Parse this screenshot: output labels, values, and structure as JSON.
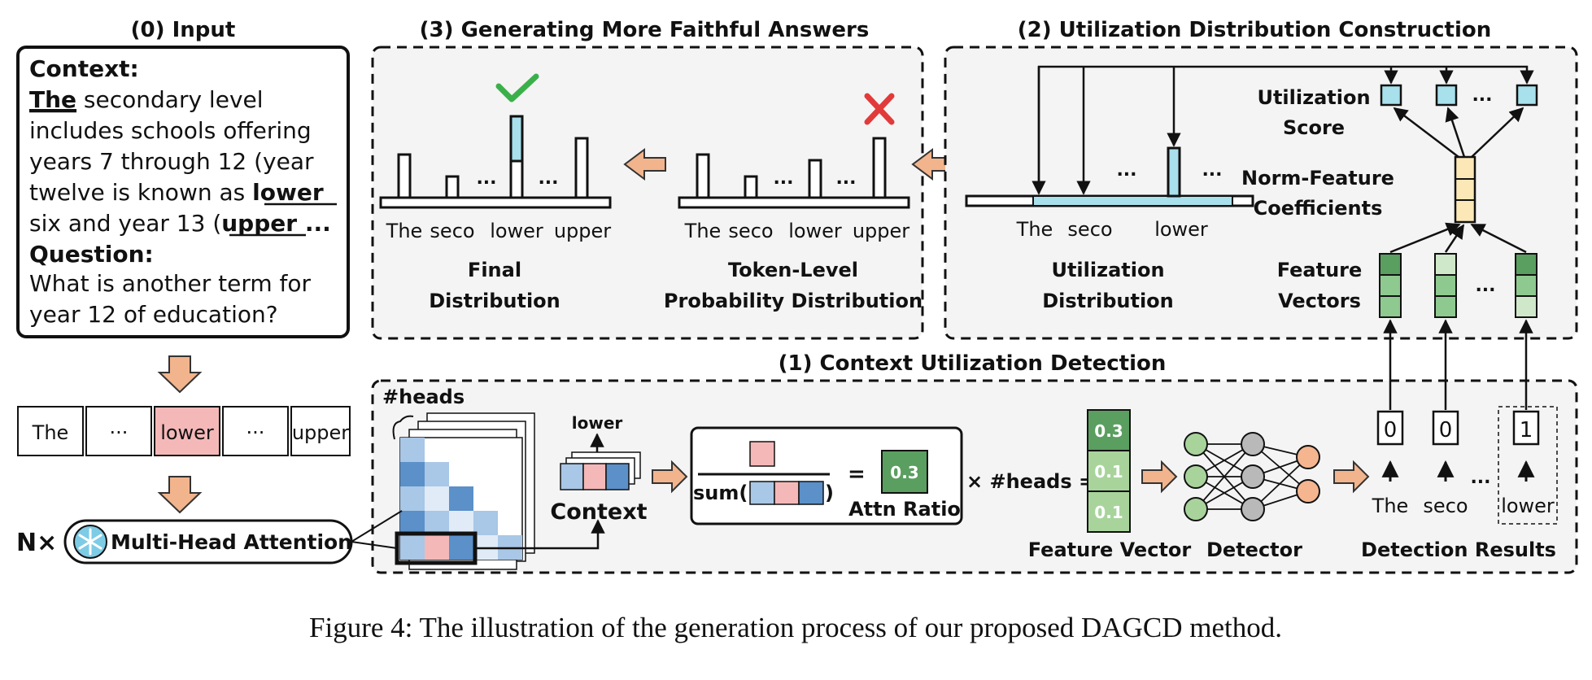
{
  "caption": "Figure 4: The illustration of the generation process of our proposed DAGCD method.",
  "section0": {
    "title": "(0) Input",
    "context_label": "Context:",
    "context_lines": [
      [
        "The",
        " secondary level"
      ],
      [
        "includes schools offering"
      ],
      [
        "years 7 through 12 (year"
      ],
      [
        "twelve is known as ",
        "lower"
      ],
      [
        "six and year 13 (",
        "upper",
        " ..."
      ]
    ],
    "question_label": "Question:",
    "question_lines": [
      "What is another term for",
      "year 12 of education?"
    ],
    "tokens": [
      "The",
      "···",
      "lower",
      "···",
      "upper"
    ],
    "repeat_label": "N×",
    "attention_label": "Multi-Head Attention"
  },
  "section1": {
    "title": "(1) Context Utilization Detection",
    "heads_label": "#heads",
    "lower_label": "lower",
    "context_label": "Context",
    "sum_label": "sum(",
    "sum_close": ")",
    "equals": "=",
    "ratio_value": "0.3",
    "attn_ratio_label": "Attn Ratio",
    "times_heads": "× #heads =",
    "feature_values": [
      "0.3",
      "0.1",
      "0.1"
    ],
    "feature_vector_label": "Feature Vector",
    "detector_label": "Detector",
    "detection_values": [
      "0",
      "0",
      "1"
    ],
    "detection_tokens": [
      "The",
      "seco",
      "lower"
    ],
    "ellipsis": "...",
    "detection_results_label": "Detection Results"
  },
  "section2": {
    "title": "(2) Utilization Distribution Construction",
    "utilization_score_label": [
      "Utilization",
      "Score"
    ],
    "norm_feature_label": [
      "Norm-Feature",
      "Coefficients"
    ],
    "feature_vectors_label": [
      "Feature",
      "Vectors"
    ],
    "dist_tokens": [
      "The",
      "seco",
      "lower"
    ],
    "dist_label": [
      "Utilization",
      "Distribution"
    ],
    "ellipsis": "..."
  },
  "section3": {
    "title": "(3) Generating More Faithful Answers",
    "final_tokens": [
      "The",
      "seco",
      "lower",
      "upper"
    ],
    "final_label": [
      "Final",
      "Distribution"
    ],
    "token_tokens": [
      "The",
      "seco",
      "lower",
      "upper"
    ],
    "token_label": [
      "Token-Level",
      "Probability Distribution"
    ],
    "ellipsis": "..."
  },
  "colors": {
    "arrow_fill": "#f2b48c",
    "token_highlight": "#f4b8b8",
    "score_blue": "#a8e0ec",
    "coef_yellow": "#fbe8b6",
    "feature_green_dark": "#5a9e60",
    "feature_green_mid": "#8ec990",
    "feature_green_light": "#cfe8c9",
    "attn_dark": "#5b90c9",
    "attn_light": "#a9c7e6",
    "node_green": "#a8d49c",
    "node_gray": "#b9b9b9",
    "node_orange": "#f5b58f",
    "check_green": "#3bb04a",
    "cross_red": "#e23a3a"
  }
}
